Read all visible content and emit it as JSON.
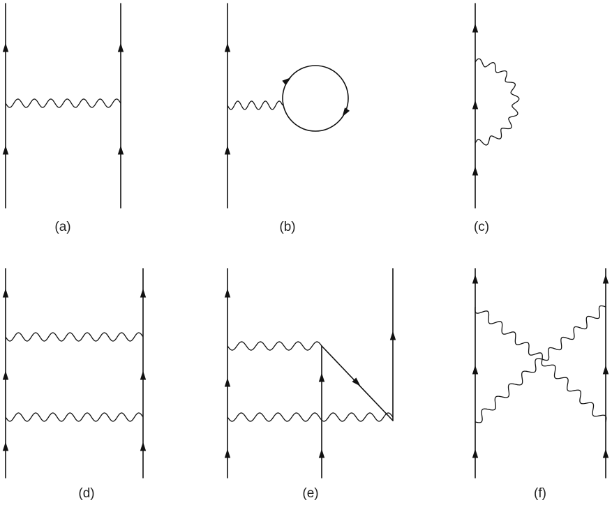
{
  "figure": {
    "panels": [
      {
        "id": "a",
        "label": "(a)"
      },
      {
        "id": "b",
        "label": "(b)"
      },
      {
        "id": "c",
        "label": "(c)"
      },
      {
        "id": "d",
        "label": "(d)"
      },
      {
        "id": "e",
        "label": "(e)"
      },
      {
        "id": "f",
        "label": "(f)"
      }
    ],
    "line_color": "#111111",
    "background": "#ffffff"
  }
}
